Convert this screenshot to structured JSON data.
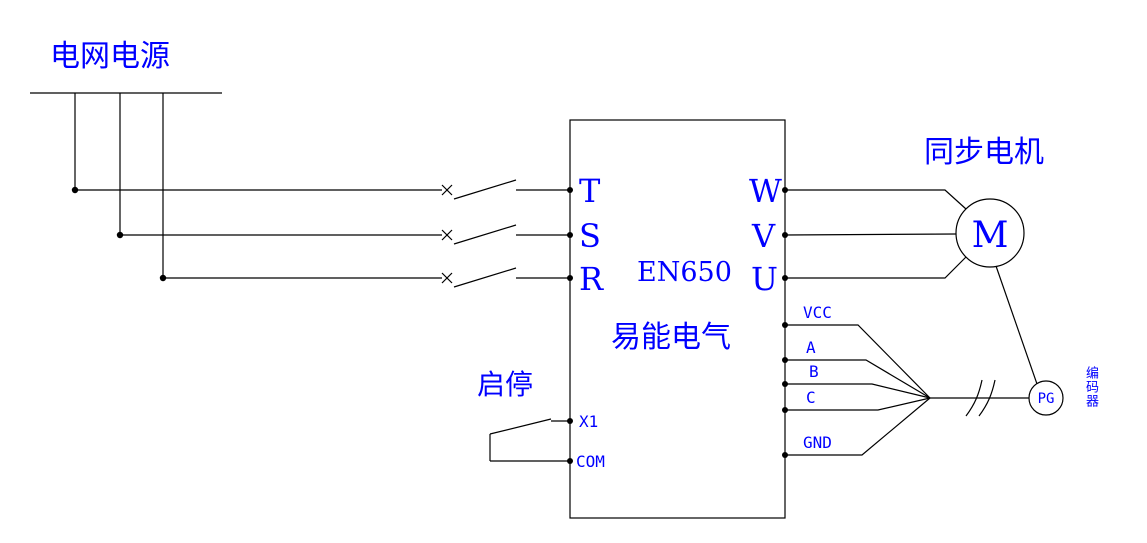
{
  "colors": {
    "text": "#0000FF",
    "line": "#000000",
    "background": "#FFFFFF"
  },
  "labels": {
    "grid_power": "电网电源",
    "start_stop": "启停",
    "motor": "同步电机",
    "motor_symbol": "M",
    "encoder_symbol": "PG",
    "encoder": "编码器"
  },
  "inverter": {
    "model": "EN650",
    "brand": "易能电气",
    "input_terminals": [
      "T",
      "S",
      "R"
    ],
    "output_terminals": [
      "W",
      "V",
      "U"
    ],
    "encoder_terminals": [
      "VCC",
      "A",
      "B",
      "C",
      "GND"
    ],
    "control_terminals": [
      "X1",
      "COM"
    ]
  }
}
